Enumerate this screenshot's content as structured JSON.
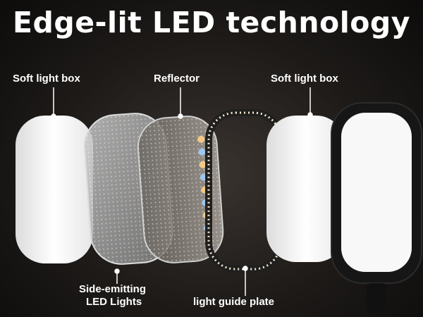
{
  "title": "Edge-lit LED technology",
  "labels": {
    "soft_light_box_left": "Soft light box",
    "reflector": "Reflector",
    "soft_light_box_right": "Soft light box",
    "side_emitting_line1": "Side-emitting",
    "side_emitting_line2": "LED Lights",
    "light_guide_plate": "light guide plate"
  },
  "colors": {
    "text": "#ffffff",
    "panel_white": "#f7f7f7",
    "frame": "#1a1a1a",
    "led_warm": "#f3c987",
    "led_cool": "#9cc7f0"
  }
}
